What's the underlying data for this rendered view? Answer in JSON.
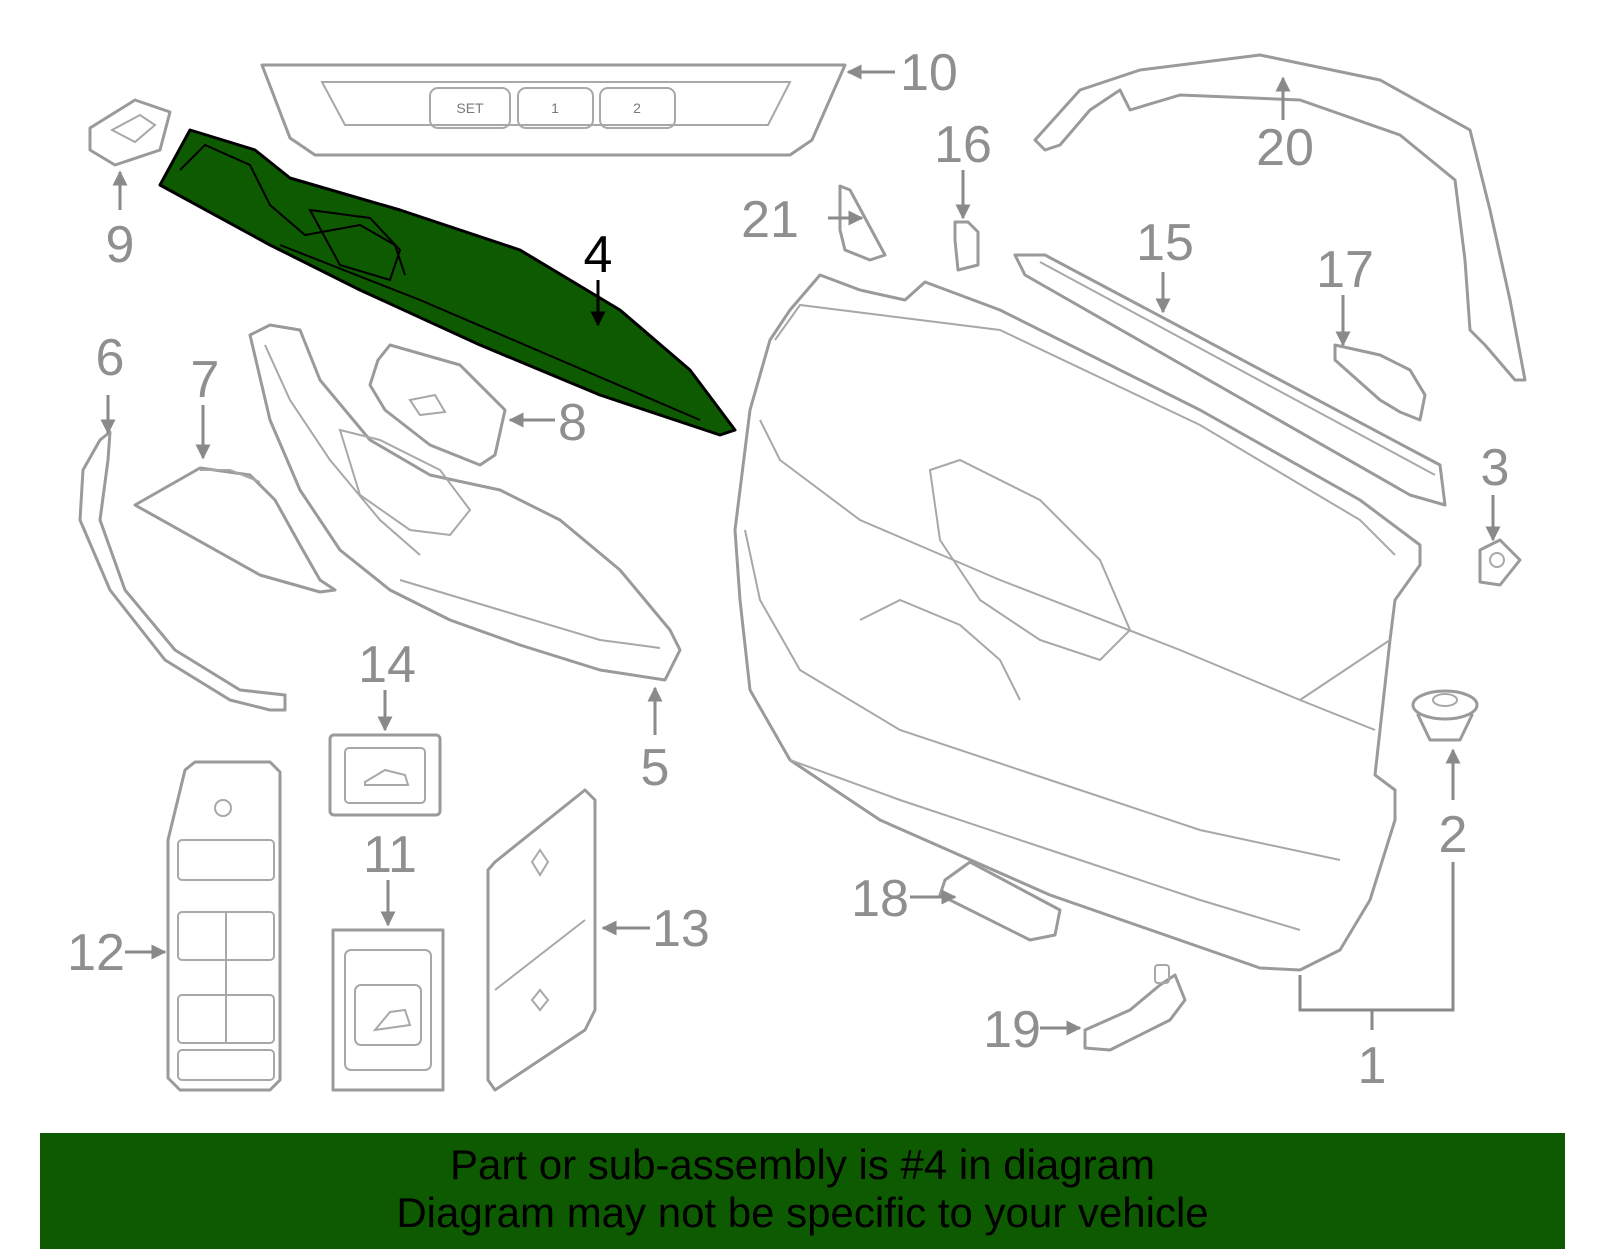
{
  "diagram": {
    "highlight_color": "#0d5a00",
    "highlighted_part": "4",
    "callouts": [
      "1",
      "2",
      "3",
      "4",
      "5",
      "6",
      "7",
      "8",
      "9",
      "10",
      "11",
      "12",
      "13",
      "14",
      "15",
      "16",
      "17",
      "18",
      "19",
      "20",
      "21"
    ],
    "button_labels": [
      "SET",
      "1",
      "2"
    ]
  },
  "banner": {
    "line1": "Part or sub-assembly is #4 in diagram",
    "line2": "Diagram may not be specific to your vehicle"
  }
}
